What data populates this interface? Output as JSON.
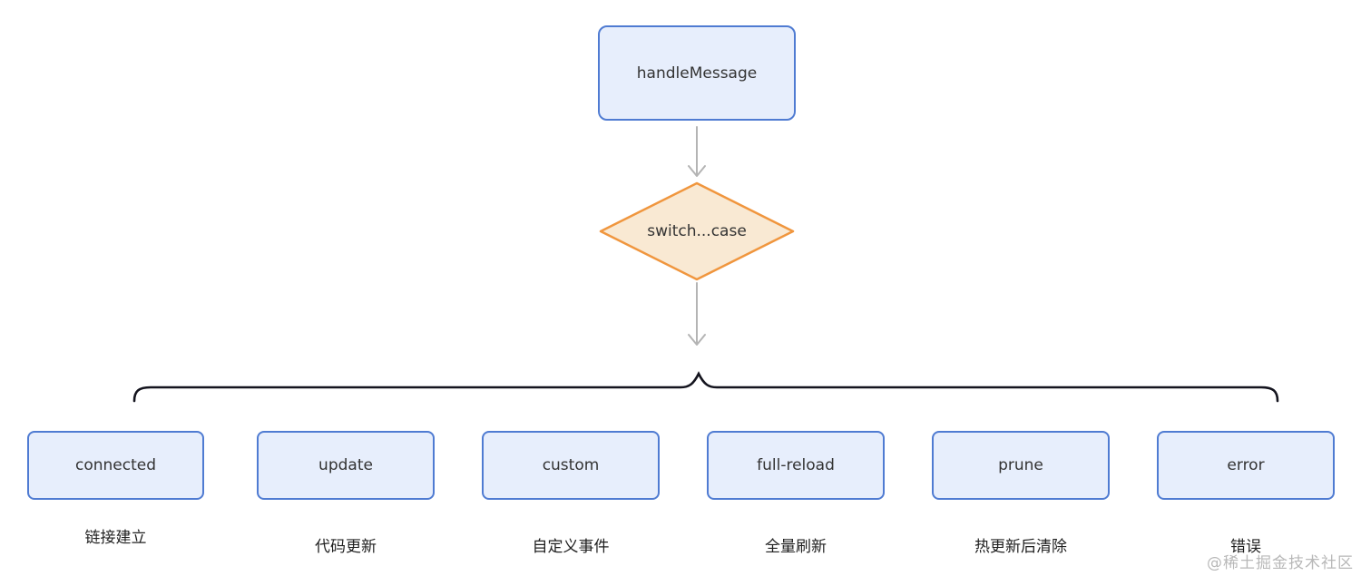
{
  "diagram": {
    "root": {
      "label": "handleMessage"
    },
    "decision": {
      "label": "switch...case"
    },
    "branches": [
      {
        "label": "connected",
        "caption": "链接建立"
      },
      {
        "label": "update",
        "caption": "代码更新"
      },
      {
        "label": "custom",
        "caption": "自定义事件"
      },
      {
        "label": "full-reload",
        "caption": "全量刷新"
      },
      {
        "label": "prune",
        "caption": "热更新后清除"
      },
      {
        "label": "error",
        "caption": "错误"
      }
    ],
    "watermark": "@稀土掘金技术社区",
    "colors": {
      "bg": "#ffffff",
      "node-border": "#4f7bd2",
      "node-fill": "#e7eefc",
      "node-text": "#333333",
      "decision-border": "#f0963e",
      "decision-fill": "#f9e9d3",
      "arrow": "#b4b4b4",
      "brace": "#14141e",
      "caption-text": "#1f1f1f",
      "watermark-text": "#b8b8b8"
    }
  }
}
